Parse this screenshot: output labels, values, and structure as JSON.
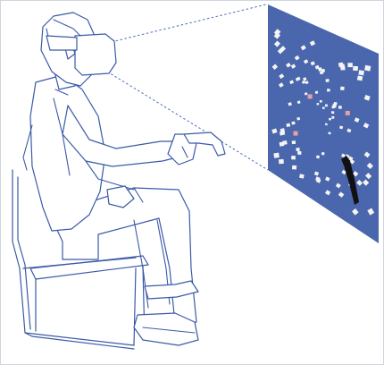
{
  "figure": {
    "panel_color": "#4a67ad",
    "outline_color": "#3a5aa8",
    "ray_color": "#4a6cb8",
    "cube_color": "#f4f4f4",
    "target_color": "#e8a0a0",
    "cursor_color": "#111111",
    "elements": [
      "person",
      "vr-headset",
      "hand-controller",
      "chair",
      "virtual-display",
      "gaze-rays"
    ]
  }
}
